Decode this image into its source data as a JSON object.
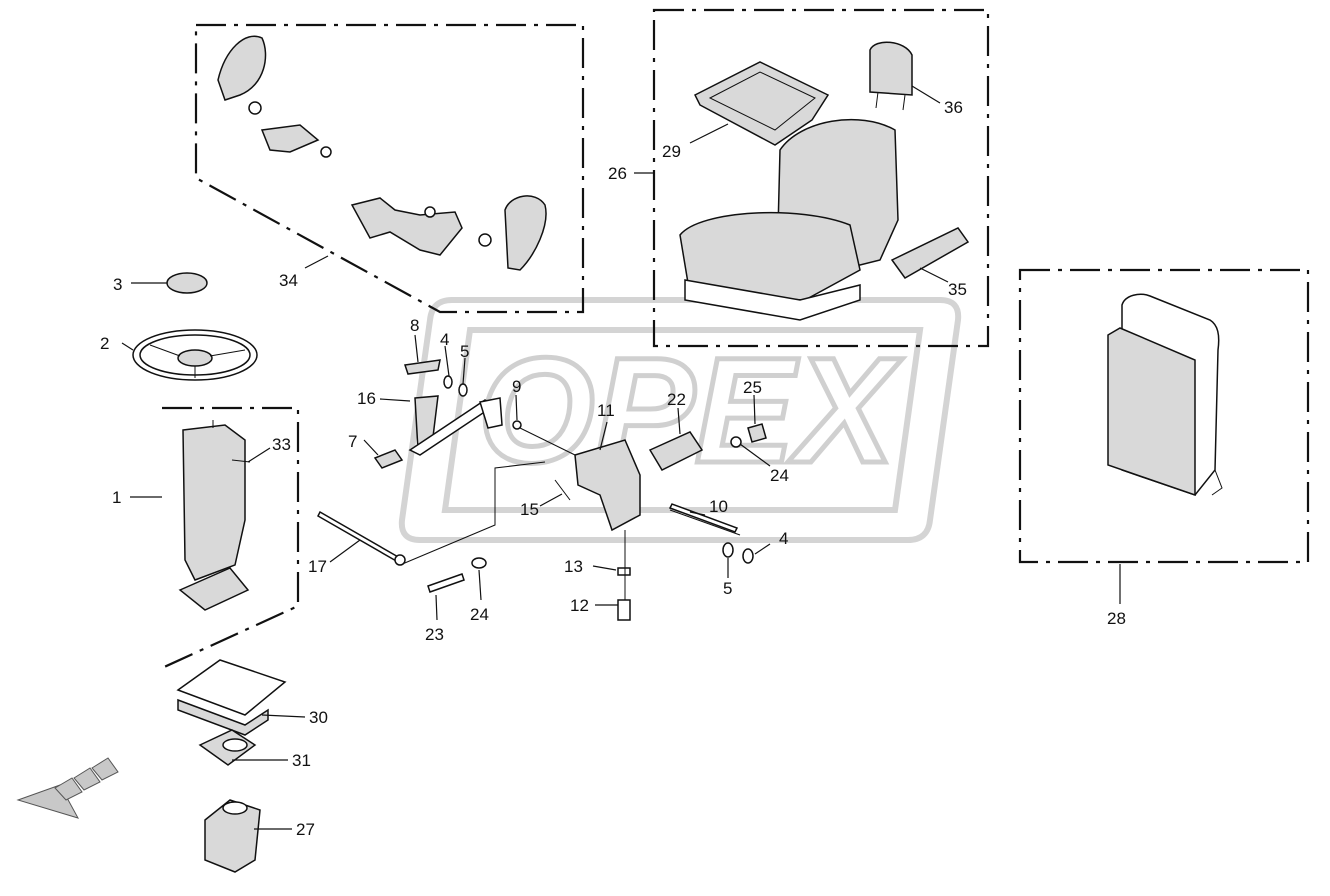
{
  "watermark": {
    "text": "OPEX"
  },
  "callouts": [
    {
      "id": "c1",
      "text": "1"
    },
    {
      "id": "c2",
      "text": "2"
    },
    {
      "id": "c3",
      "text": "3"
    },
    {
      "id": "c4a",
      "text": "4"
    },
    {
      "id": "c4b",
      "text": "4"
    },
    {
      "id": "c5a",
      "text": "5"
    },
    {
      "id": "c5b",
      "text": "5"
    },
    {
      "id": "c7",
      "text": "7"
    },
    {
      "id": "c8",
      "text": "8"
    },
    {
      "id": "c9",
      "text": "9"
    },
    {
      "id": "c10",
      "text": "10"
    },
    {
      "id": "c11",
      "text": "11"
    },
    {
      "id": "c12",
      "text": "12"
    },
    {
      "id": "c13",
      "text": "13"
    },
    {
      "id": "c15",
      "text": "15"
    },
    {
      "id": "c16",
      "text": "16"
    },
    {
      "id": "c17",
      "text": "17"
    },
    {
      "id": "c22",
      "text": "22"
    },
    {
      "id": "c23",
      "text": "23"
    },
    {
      "id": "c24a",
      "text": "24"
    },
    {
      "id": "c24b",
      "text": "24"
    },
    {
      "id": "c25",
      "text": "25"
    },
    {
      "id": "c26",
      "text": "26"
    },
    {
      "id": "c27",
      "text": "27"
    },
    {
      "id": "c28",
      "text": "28"
    },
    {
      "id": "c29",
      "text": "29"
    },
    {
      "id": "c30",
      "text": "30"
    },
    {
      "id": "c31",
      "text": "31"
    },
    {
      "id": "c33",
      "text": "33"
    },
    {
      "id": "c34",
      "text": "34"
    },
    {
      "id": "c35",
      "text": "35"
    },
    {
      "id": "c36",
      "text": "36"
    }
  ]
}
